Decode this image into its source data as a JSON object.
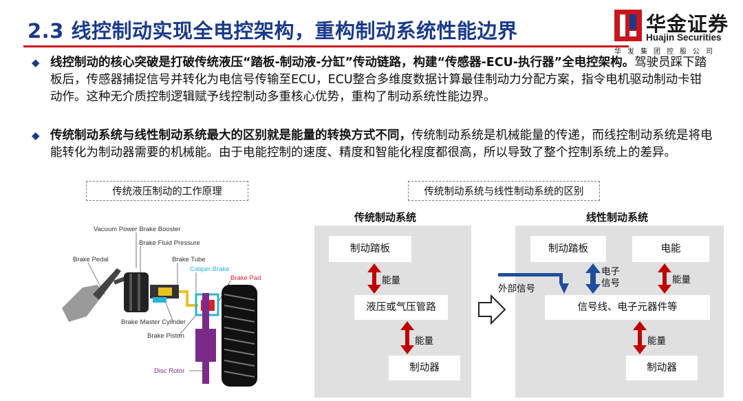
{
  "header": {
    "title": "2.3 线控制动实现全电控架构，重构制动系统性能边界",
    "logo_cn": "华金证券",
    "logo_en": "Huajin Securities",
    "logo_sub": "华发集团控股公司"
  },
  "bullets": [
    {
      "bold": "线控制动的核心突破是打破传统液压“踏板-制动液-分缸”传动链路，构建“传感器-ECU-执行器”全电控架构。",
      "rest": "驾驶员踩下踏板后，传感器捕捉信号并转化为电信号传输至ECU，ECU整合多维度数据计算最佳制动力分配方案，指令电机驱动制动卡钳动作。这种无介质控制逻辑赋予线控制动多重核心优势，重构了制动系统性能边界。"
    },
    {
      "bold": "传统制动系统与线性制动系统最大的区别就是能量的转换方式不同，",
      "rest": "传统制动系统是机械能量的传递，而线控制动系统是将电能转化为制动器需要的机械能。由于电能控制的速度、精度和智能化程度都很高，所以导致了整个控制系统上的差异。"
    }
  ],
  "captions": {
    "left": "传统液压制动的工作原理",
    "right": "传统制动系统与线性制动系统的区别"
  },
  "brake_figure": {
    "labels": {
      "booster": "Vacuum Power Brake Booster",
      "fluid_pressure": "Brake Fluid Pressure",
      "pedal": "Brake Pedal",
      "tube": "Brake Tube",
      "caliper": "Caliper Brake",
      "pad": "Brake Pad",
      "master_cylinder": "Brake Master Cylinder",
      "piston": "Brake Piston",
      "disc_rotor": "Disc Rotor"
    }
  },
  "traditional": {
    "title": "传统制动系统",
    "pedal": "制动踏板",
    "energy1": "能量",
    "pipeline": "液压或气压管路",
    "energy2": "能量",
    "brake": "制动器"
  },
  "wire": {
    "title": "线性制动系统",
    "pedal": "制动踏板",
    "power": "电能",
    "signal_line1": "电子",
    "signal_line2": "信号",
    "energy1": "能量",
    "external_signal": "外部信号",
    "bus": "信号线、电子元器件等",
    "energy2": "能量",
    "brake": "制动器"
  },
  "colors": {
    "title": "#1a3a8a",
    "rule": "#c8161d",
    "arrow_red": "#c00000",
    "arrow_blue": "#1f4e9c",
    "caliper_cyan": "#2bb3d6",
    "pad_red": "#d9242b",
    "rotor_purple": "#7b2a8a"
  }
}
